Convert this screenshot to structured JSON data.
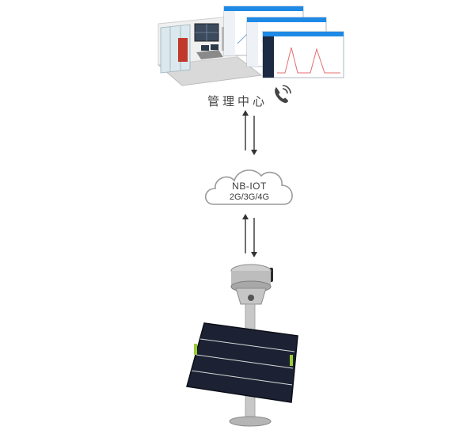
{
  "management": {
    "label": "管理中心",
    "icon": "phone-waves-icon"
  },
  "network": {
    "line1": "NB-IOT",
    "line2": "2G/3G/4G",
    "icon": "cloud-icon"
  },
  "colors": {
    "arrow": "#333333",
    "cloud_stroke": "#9a9a9a",
    "screen_accent": "#1e8ae6",
    "panel": "#1c2233",
    "panel_edge": "#9acd32"
  }
}
